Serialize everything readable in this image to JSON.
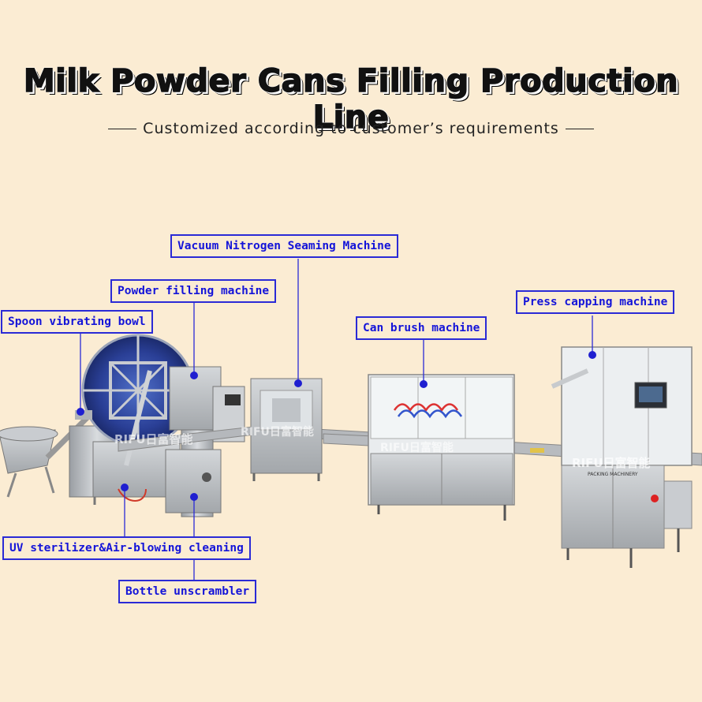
{
  "header": {
    "title": "Milk Powder Cans Filling Production Line",
    "subtitle": "Customized according to customer’s requirements"
  },
  "callouts": {
    "vacuum_seaming": "Vacuum Nitrogen Seaming Machine",
    "powder_filling": "Powder filling machine",
    "spoon_bowl": "Spoon vibrating bowl",
    "can_brush": "Can brush machine",
    "press_capping": "Press capping machine",
    "uv_sterilizer": "UV sterilizer&Air-blowing cleaning",
    "bottle_unscrambler": "Bottle unscrambler"
  },
  "brand": {
    "logo_text": "RIFU日富智能",
    "logo_sub": "PACKING MACHINERY"
  },
  "colors": {
    "background": "#fbecd3",
    "callout_blue": "#1414d9",
    "steel": "#b9bcc0"
  }
}
